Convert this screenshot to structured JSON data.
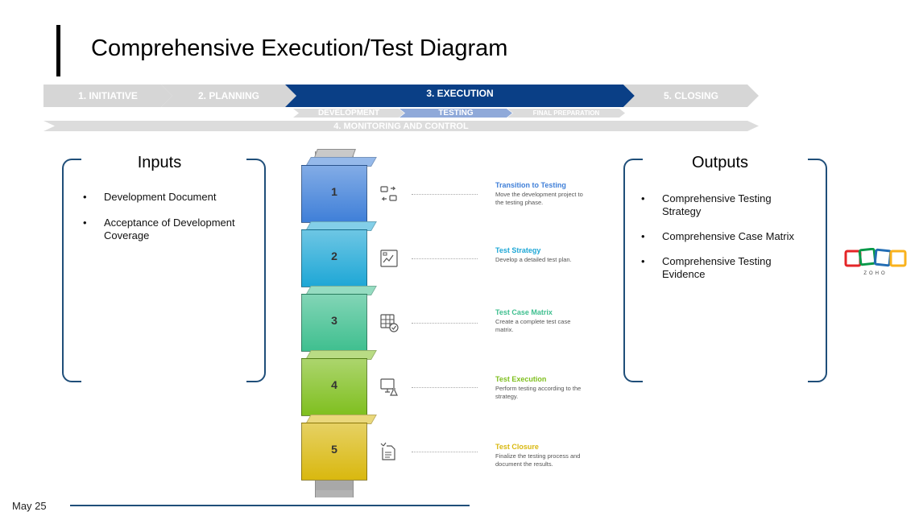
{
  "title": "Comprehensive Execution/Test Diagram",
  "phases": {
    "initiative": "1. INITIATIVE",
    "planning": "2. PLANNING",
    "execution": "3. EXECUTION",
    "closing": "5. CLOSING",
    "development": "DEVELOPMENT",
    "testing": "TESTING",
    "final_preparation": "FINAL PREPARATION",
    "monitoring": "4. MONITORING AND CONTROL"
  },
  "inputs": {
    "heading": "Inputs",
    "items": [
      "Development Document",
      "Acceptance of Development Coverage"
    ]
  },
  "outputs": {
    "heading": "Outputs",
    "items": [
      "Comprehensive Testing Strategy",
      "Comprehensive Case Matrix",
      "Comprehensive Testing Evidence"
    ]
  },
  "steps": [
    {
      "number": "1",
      "title": "Transition to Testing",
      "description": "Move the development project to the testing phase.",
      "color": "#3f7fd8",
      "icon": "suitcase-transfer-icon"
    },
    {
      "number": "2",
      "title": "Test Strategy",
      "description": "Develop a detailed test plan.",
      "color": "#1ea7d6",
      "icon": "strategy-board-icon"
    },
    {
      "number": "3",
      "title": "Test Case Matrix",
      "description": "Create a complete test case matrix.",
      "color": "#3fbf8f",
      "icon": "grid-check-icon"
    },
    {
      "number": "4",
      "title": "Test Execution",
      "description": "Perform testing according to the strategy.",
      "color": "#7fbf1f",
      "icon": "monitor-flask-icon"
    },
    {
      "number": "5",
      "title": "Test Closure",
      "description": "Finalize the testing process and document the results.",
      "color": "#d9b80f",
      "icon": "checklist-closure-icon"
    }
  ],
  "logo": {
    "text": "ZOHO",
    "colors": [
      "#e42527",
      "#089949",
      "#226db4",
      "#f9b21d"
    ]
  },
  "footer": {
    "date": "May 25"
  },
  "colors": {
    "accent_blue": "#0a3f86",
    "bracket": "#1f4e79"
  }
}
